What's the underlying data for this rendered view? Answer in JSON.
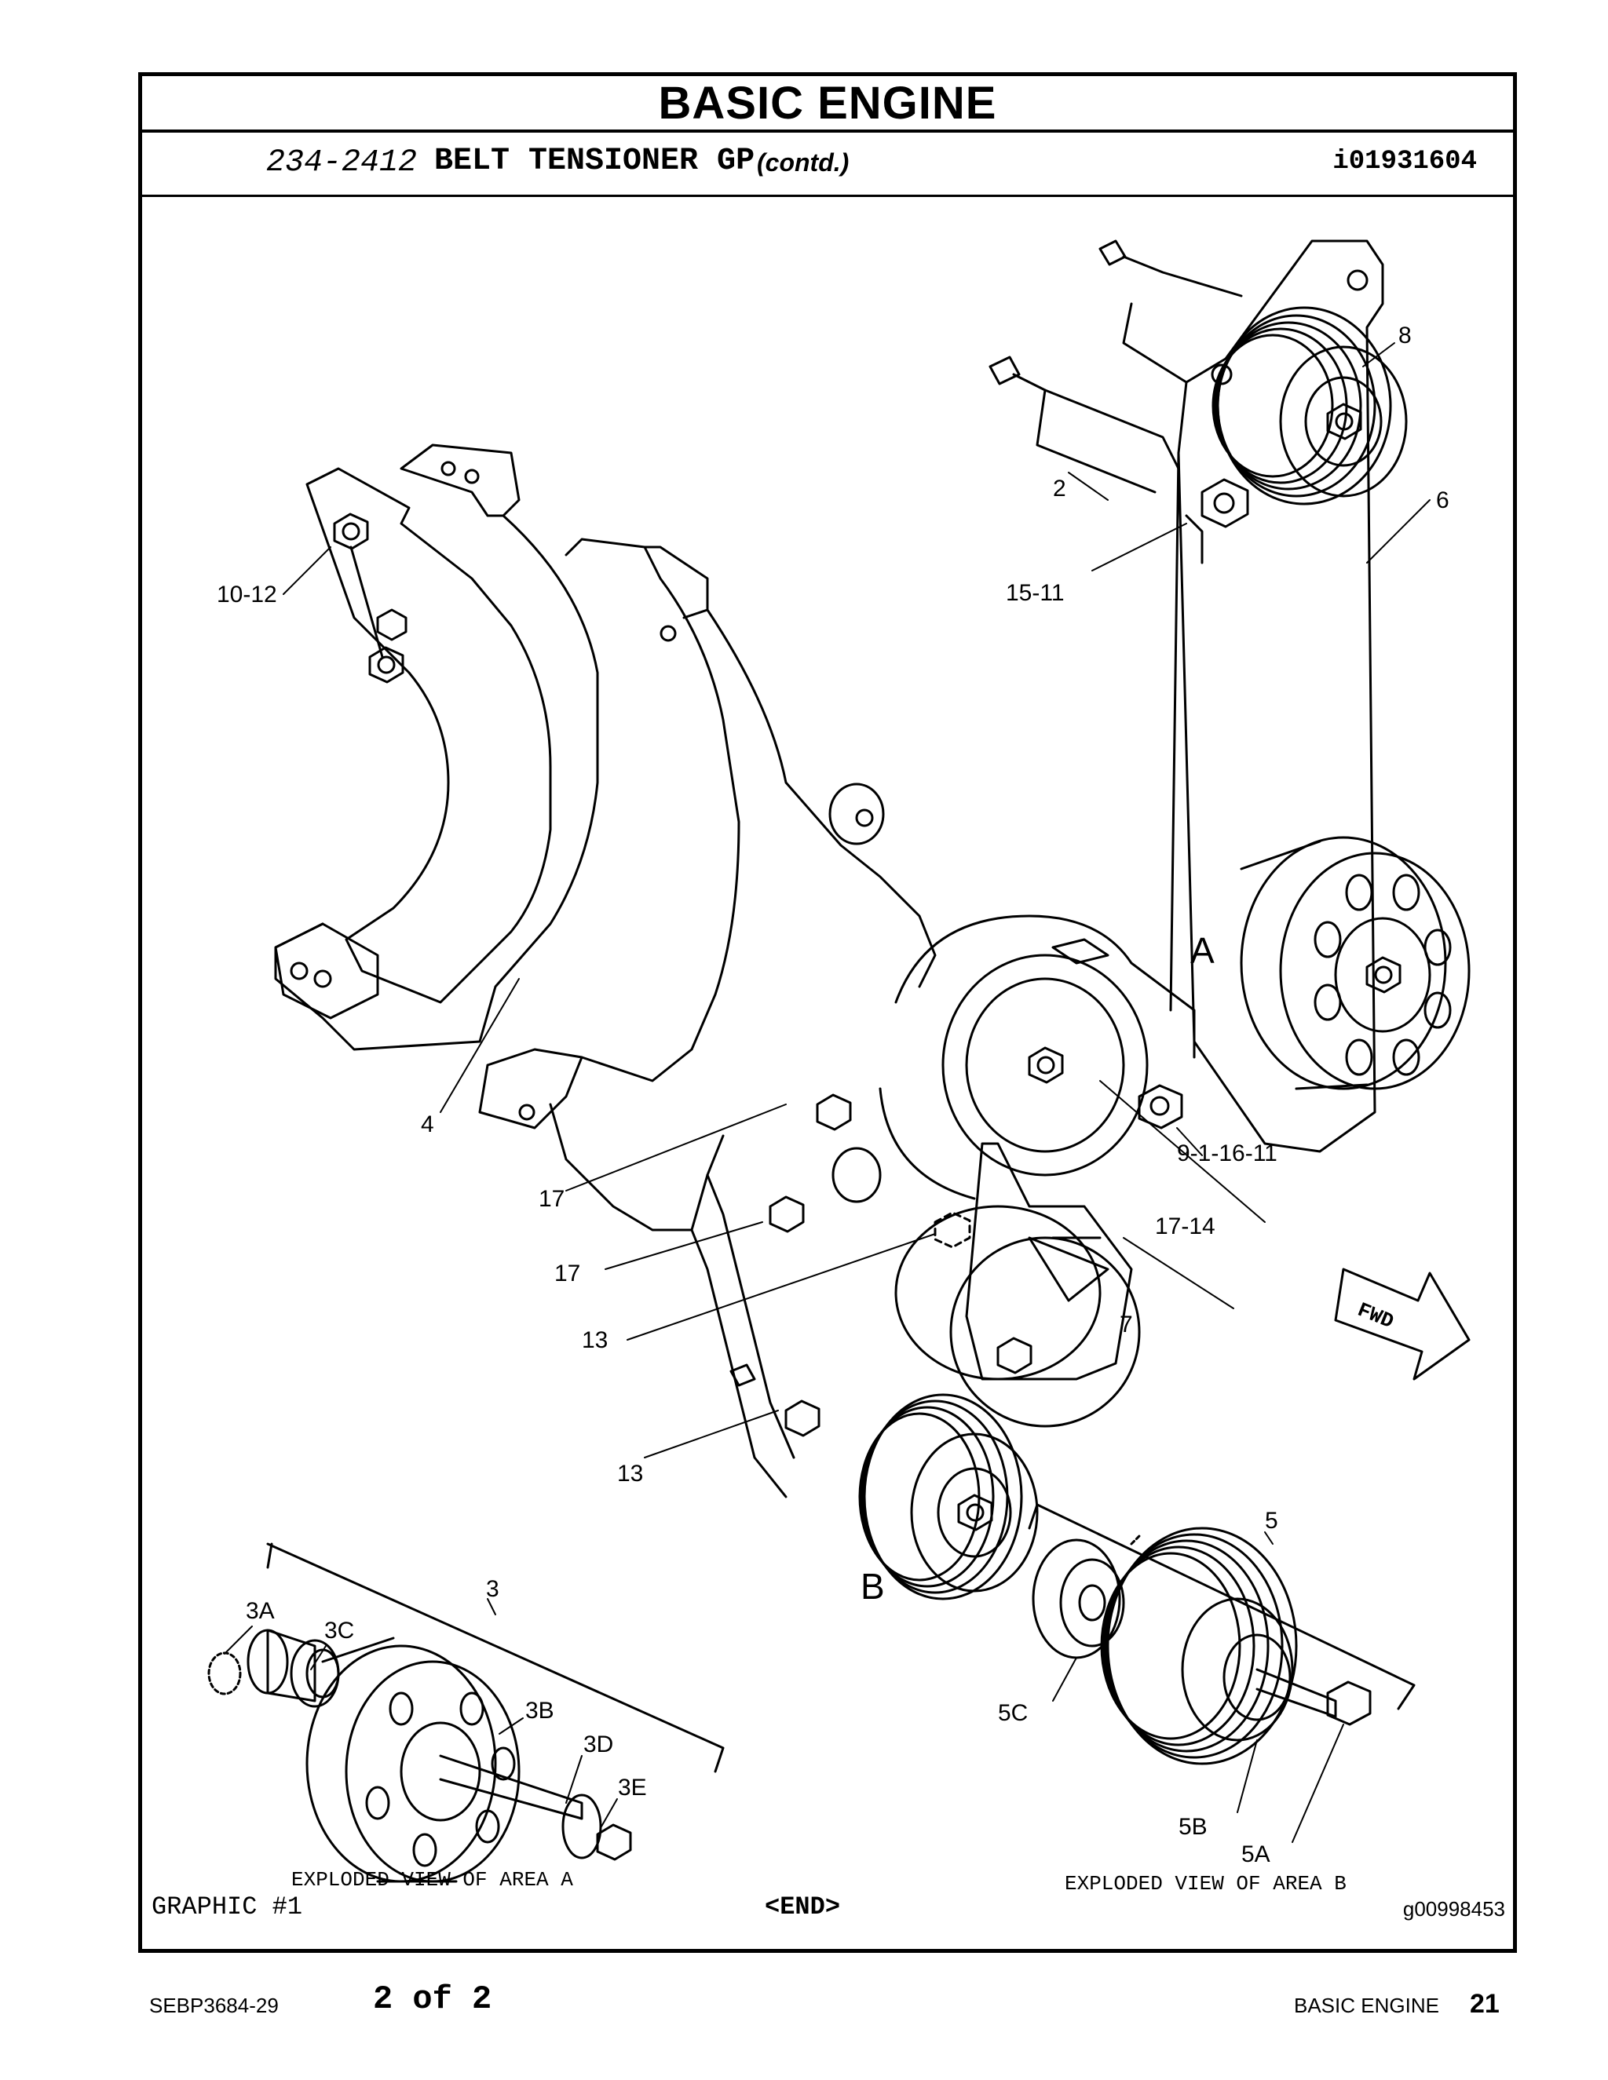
{
  "header": {
    "title": "BASIC ENGINE",
    "part_number": "234-2412",
    "part_name": "BELT TENSIONER GP",
    "contd": "(contd.)",
    "illustration_id": "i01931604"
  },
  "callouts": {
    "c8": "8",
    "c2": "2",
    "c6": "6",
    "c15_11": "15-11",
    "c10_12": "10-12",
    "cA": "A",
    "c4": "4",
    "c9": "9-1-16-11",
    "c17a": "17",
    "c17_14": "17-14",
    "c17b": "17",
    "c13a": "13",
    "c7": "7",
    "c13b": "13",
    "cB": "B",
    "c3": "3",
    "c3A": "3A",
    "c3C": "3C",
    "c3B": "3B",
    "c3D": "3D",
    "c3E": "3E",
    "c5": "5",
    "c5C": "5C",
    "c5B": "5B",
    "c5A": "5A",
    "fwd": "FWD"
  },
  "captions": {
    "area_a": "EXPLODED VIEW OF AREA A",
    "area_b": "EXPLODED VIEW OF AREA B"
  },
  "graphic_label": "GRAPHIC #1",
  "end_label": "<END>",
  "graphic_id": "g00998453",
  "footer": {
    "doc_id": "SEBP3684-29",
    "page_of": "2 of 2",
    "section": "BASIC ENGINE",
    "page_number": "21"
  }
}
